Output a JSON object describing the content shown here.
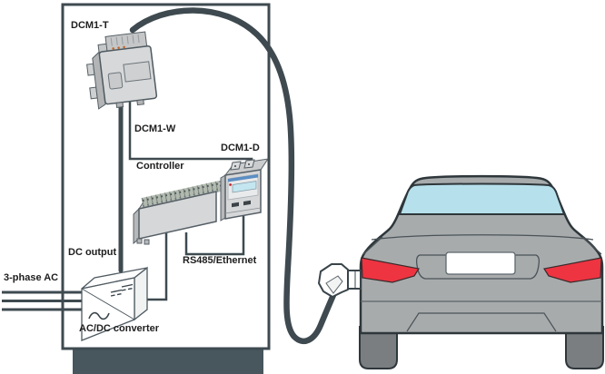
{
  "diagram": {
    "labels": {
      "dcm1_t": "DCM1-T",
      "dcm1_w": "DCM1-W",
      "dcm1_d": "DCM1-D",
      "controller": "Controller",
      "dc_output": "DC output",
      "three_phase_ac": "3-phase AC",
      "rs485_ethernet": "RS485/Ethernet",
      "acdc_converter": "AC/DC converter"
    },
    "icons": {
      "ac_waveform": "sine-wave",
      "dc_symbol": "solid-over-dashed-line"
    },
    "colors": {
      "line_dark": "#3e4a50",
      "cabinet_fill": "#ffffff",
      "cabinet_base": "#48565d",
      "device_gray": "#d6d7d8",
      "device_shade": "#b7b8b9",
      "car_body": "#a8abac",
      "car_outline": "#2e373b",
      "rear_window": "#b6e0ec",
      "tail_light_red": "#ee3441",
      "wheel_gray": "#7a7e80",
      "lcd_blue": "#c3e6f0",
      "text": "#1e1e1e"
    }
  }
}
